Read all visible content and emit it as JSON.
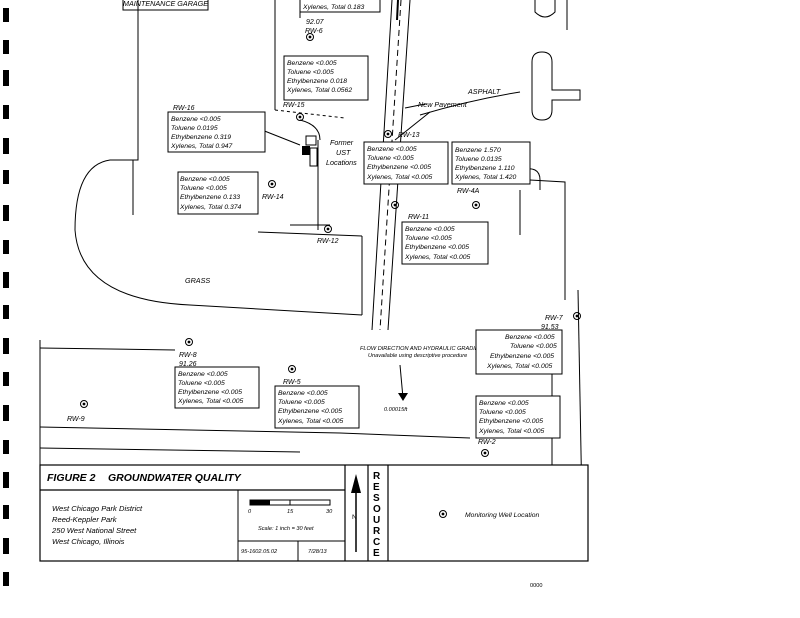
{
  "labels": {
    "maintenance_garage": "MAINTENANCE GARAGE",
    "asphalt": "ASPHALT",
    "new_pavement": "New Pavement",
    "grass": "GRASS",
    "former_ust_1": "Former",
    "former_ust_2": "UST",
    "former_ust_3": "Locations",
    "flow_note_1": "FLOW DIRECTION AND HYDRAULIC GRADIENT",
    "flow_note_2": "Unavailable using descriptive procedure",
    "flow_value": "0.00015ft",
    "map_no": "0000"
  },
  "wells": {
    "rw6": {
      "name": "RW-6",
      "elev": "92.07"
    },
    "rw15": {
      "name": "RW-15"
    },
    "rw16": {
      "name": "RW-16"
    },
    "rw13": {
      "name": "RW-13"
    },
    "rw14": {
      "name": "RW-14"
    },
    "rw12": {
      "name": "RW-12"
    },
    "rw11": {
      "name": "RW-11"
    },
    "rw4a": {
      "name": "RW-4A"
    },
    "rw7": {
      "name": "RW-7",
      "elev": "91.53"
    },
    "rw8": {
      "name": "RW-8",
      "elev": "91.26"
    },
    "rw5": {
      "name": "RW-5"
    },
    "rw9": {
      "name": "RW-9"
    },
    "rw2": {
      "name": "RW-2"
    }
  },
  "samples": {
    "top_cut": {
      "line1": "Xylenes, Total 0.183"
    },
    "rw6": {
      "benzene": "Benzene <0.005",
      "toluene": "Toluene <0.005",
      "ethylbenzene": "Ethylbenzene 0.018",
      "xylenes": "Xylenes, Total 0.0562"
    },
    "rw16": {
      "benzene": "Benzene <0.005",
      "toluene": "Toluene 0.0195",
      "ethylbenzene": "Ethylbenzene 0.319",
      "xylenes": "Xylenes, Total 0.947"
    },
    "rw14": {
      "benzene": "Benzene <0.005",
      "toluene": "Toluene <0.005",
      "ethylbenzene": "Ethylbenzene 0.133",
      "xylenes": "Xylenes, Total 0.374"
    },
    "rw13": {
      "benzene": "Benzene <0.005",
      "toluene": "Toluene <0.005",
      "ethylbenzene": "Ethylbenzene <0.005",
      "xylenes": "Xylenes, Total <0.005"
    },
    "rw4a": {
      "benzene": "Benzene 1.570",
      "toluene": "Toluene 0.0135",
      "ethylbenzene": "Ethylbenzene 1.110",
      "xylenes": "Xylenes, Total 1.420"
    },
    "rw11": {
      "benzene": "Benzene <0.005",
      "toluene": "Toluene <0.005",
      "ethylbenzene": "Ethylbenzene <0.005",
      "xylenes": "Xylenes, Total <0.005"
    },
    "rw7": {
      "benzene": "Benzene <0.005",
      "toluene": "Toluene <0.005",
      "ethylbenzene": "Ethylbenzene <0.005",
      "xylenes": "Xylenes, Total <0.005"
    },
    "rw8": {
      "benzene": "Benzene <0.005",
      "toluene": "Toluene <0.005",
      "ethylbenzene": "Ethylbenzene <0.005",
      "xylenes": "Xylenes, Total <0.005"
    },
    "rw5": {
      "benzene": "Benzene <0.005",
      "toluene": "Toluene <0.005",
      "ethylbenzene": "Ethylbenzene <0.005",
      "xylenes": "Xylenes, Total <0.005"
    },
    "rw2": {
      "benzene": "Benzene <0.005",
      "toluene": "Toluene <0.005",
      "ethylbenzene": "Ethylbenzene <0.005",
      "xylenes": "Xylenes, Total <0.005"
    }
  },
  "title_block": {
    "figure": "FIGURE 2",
    "title": "GROUNDWATER QUALITY",
    "address": [
      "West Chicago Park District",
      "Reed-Keppler Park",
      "250 West National Street",
      "West Chicago, Illinois"
    ],
    "scale_ticks": [
      "0",
      "15",
      "30"
    ],
    "scale_text": "Scale:  1 inch = 30 feet",
    "project_no": "95-1602.05.02",
    "date": "7/28/13",
    "north": "N",
    "company": [
      "R",
      "E",
      "S",
      "O",
      "U",
      "R",
      "C",
      "E"
    ]
  },
  "legend": {
    "monitoring_well": "Monitoring Well Location"
  }
}
